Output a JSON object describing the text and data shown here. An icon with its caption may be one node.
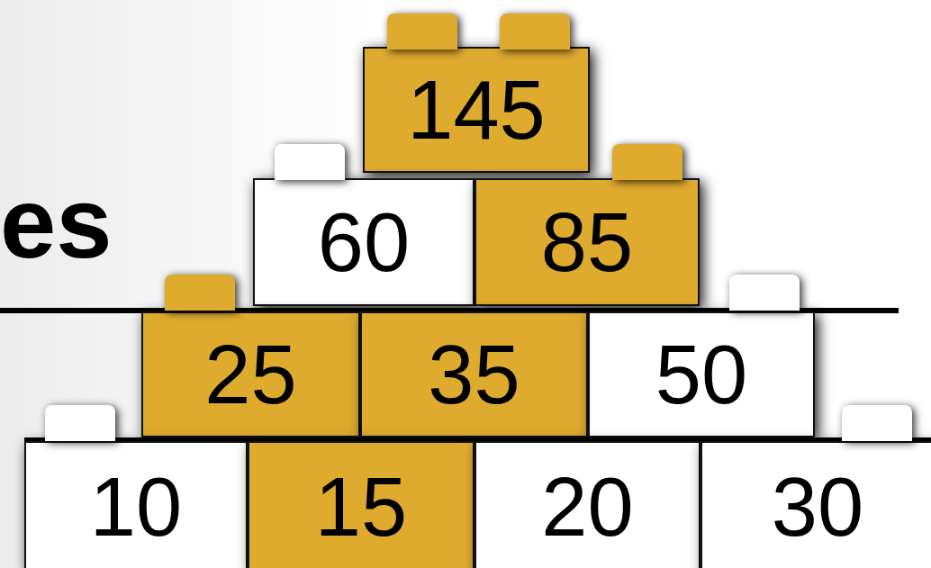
{
  "diagram": {
    "nodes": [
      {
        "text": [
          "145"
        ]
      },
      {
        "text": [
          "60"
        ]
      },
      {
        "text": [
          "85"
        ]
      },
      {
        "text": [
          "25"
        ]
      },
      {
        "text": [
          "35"
        ]
      },
      {
        "text": [
          "50"
        ]
      },
      {
        "text": [
          "10"
        ]
      },
      {
        "text": [
          "15"
        ]
      },
      {
        "text": [
          "20"
        ]
      },
      {
        "text": [
          "30"
        ]
      },
      {
        "text": [],
        "shape": "box"
      },
      {
        "text": [],
        "shape": "box"
      },
      {
        "text": [],
        "shape": "box"
      },
      {
        "text": [],
        "shape": "box"
      },
      {
        "text": [],
        "shape": "box"
      },
      {
        "text": [],
        "shape": "box"
      },
      {
        "text": [],
        "shape": "box"
      },
      {
        "text": [],
        "shape": "box"
      }
    ],
    "labels": [
      "es"
    ]
  }
}
